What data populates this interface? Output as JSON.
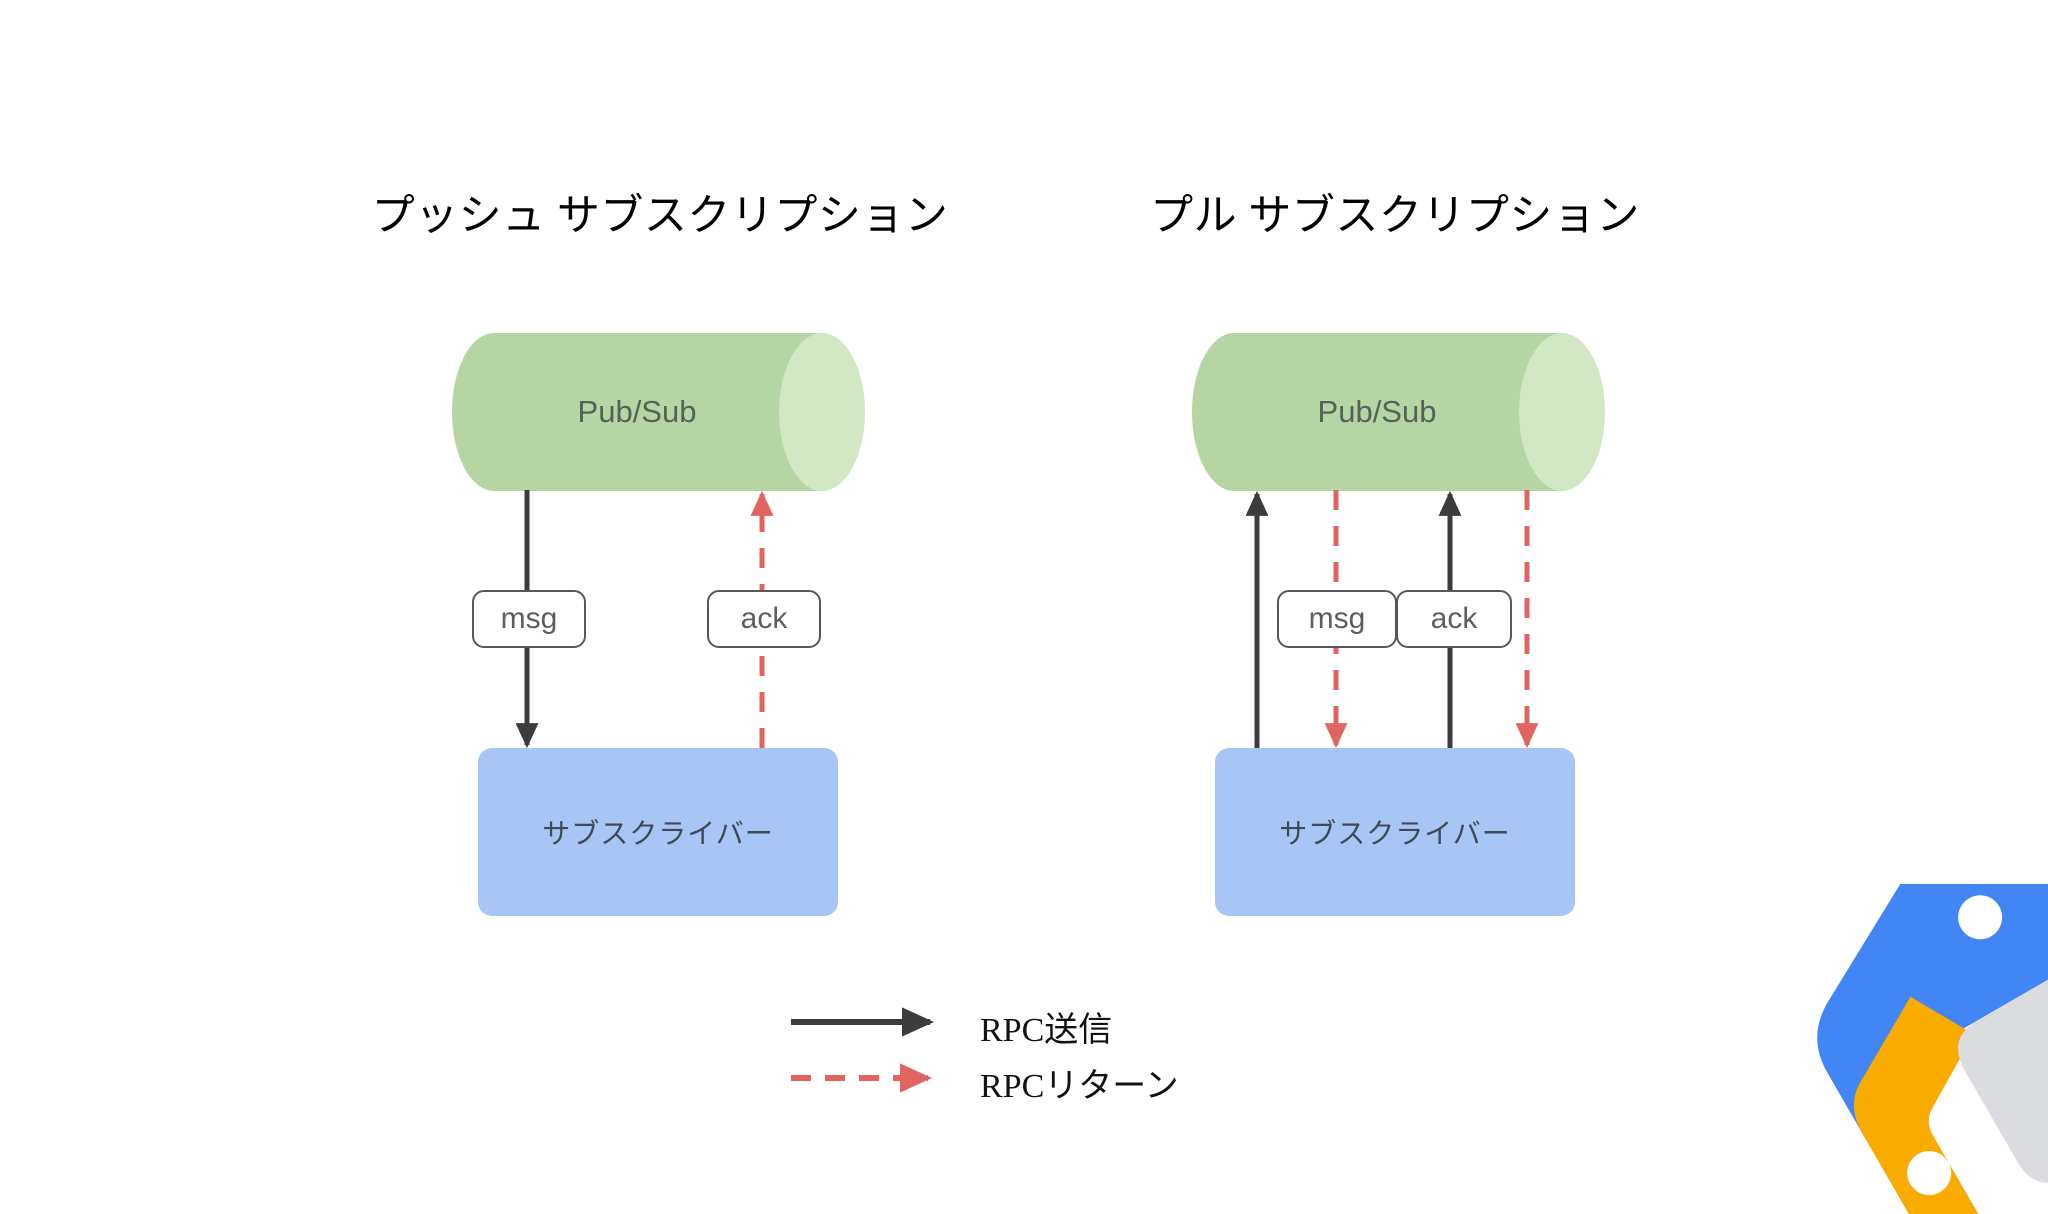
{
  "diagram": {
    "title_push": "プッシュ サブスクリプション",
    "title_pull": "プル サブスクリプション",
    "service_label": "Pub/Sub",
    "subscriber_label": "サブスクライバー",
    "msg_label": "msg",
    "ack_label": "ack"
  },
  "panels": [
    {
      "id": "push",
      "title": "プッシュ サブスクリプション",
      "service": "Pub/Sub",
      "subscriber": "サブスクライバー",
      "flows": [
        {
          "label": "msg",
          "direction": "down",
          "style": "solid",
          "kind": "rpc-send"
        },
        {
          "label": "ack",
          "direction": "up",
          "style": "dashed",
          "kind": "rpc-return"
        }
      ]
    },
    {
      "id": "pull",
      "title": "プル サブスクリプション",
      "service": "Pub/Sub",
      "subscriber": "サブスクライバー",
      "flows": [
        {
          "label": "",
          "direction": "up",
          "style": "solid",
          "kind": "rpc-send"
        },
        {
          "label": "msg",
          "direction": "down",
          "style": "dashed",
          "kind": "rpc-return"
        },
        {
          "label": "ack",
          "direction": "up",
          "style": "solid",
          "kind": "rpc-send"
        },
        {
          "label": "",
          "direction": "down",
          "style": "dashed",
          "kind": "rpc-return"
        }
      ]
    }
  ],
  "legend": {
    "items": [
      {
        "label": "RPC送信",
        "style": "solid",
        "color": "#333333"
      },
      {
        "label": "RPCリターン",
        "style": "dashed",
        "color": "#e06666"
      }
    ]
  },
  "colors": {
    "cylinder_body": "#b5d6a2",
    "cylinder_cap": "#d2e7c4",
    "subscriber_fill": "#a8c6f5",
    "arrow_send": "#333333",
    "arrow_return": "#e06666",
    "tag_border": "#55595c",
    "background": "#ffffff"
  },
  "logo": {
    "name": "google-cloud-logo",
    "blue": "#4285f4",
    "yellow": "#f9ab00",
    "gray": "#dadce0"
  }
}
